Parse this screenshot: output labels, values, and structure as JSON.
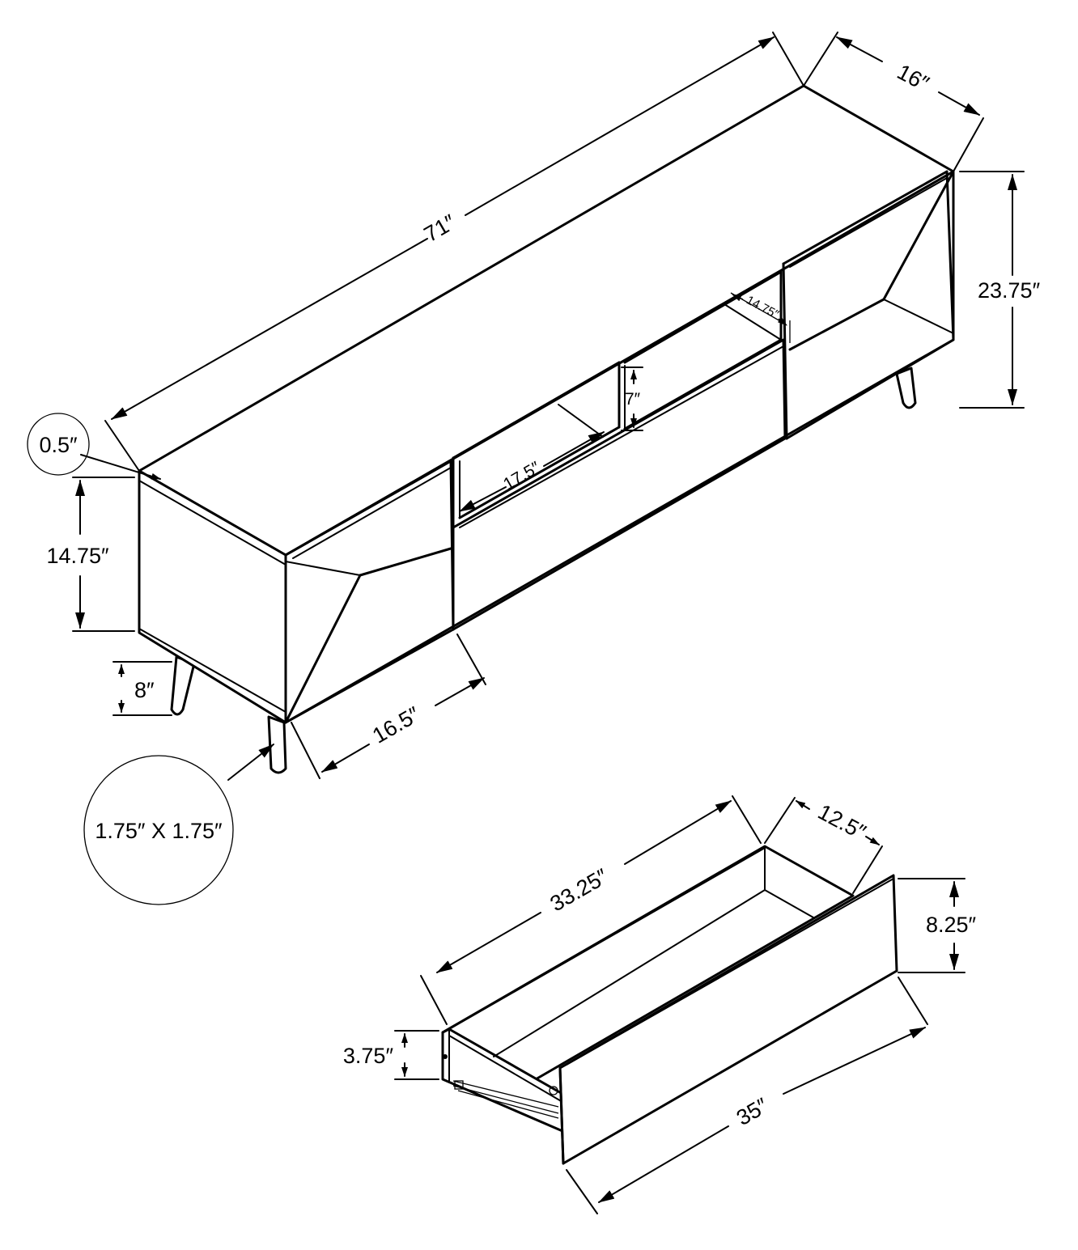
{
  "diagram": {
    "cabinet": {
      "length": "71″",
      "depth": "16″",
      "height": "23.75″",
      "panel_thickness": "0.5″",
      "inner_height": "14.75″",
      "leg_height": "8″",
      "door_width": "16.5″",
      "shelf_width": "17.5″",
      "shelf_height": "7″",
      "shelf_depth": "14.75″",
      "leg_size": "1.75″ X 1.75″"
    },
    "drawer": {
      "length": "33.25″",
      "depth": "12.5″",
      "front_height": "8.25″",
      "side_height": "3.75″",
      "front_width": "35″"
    }
  }
}
